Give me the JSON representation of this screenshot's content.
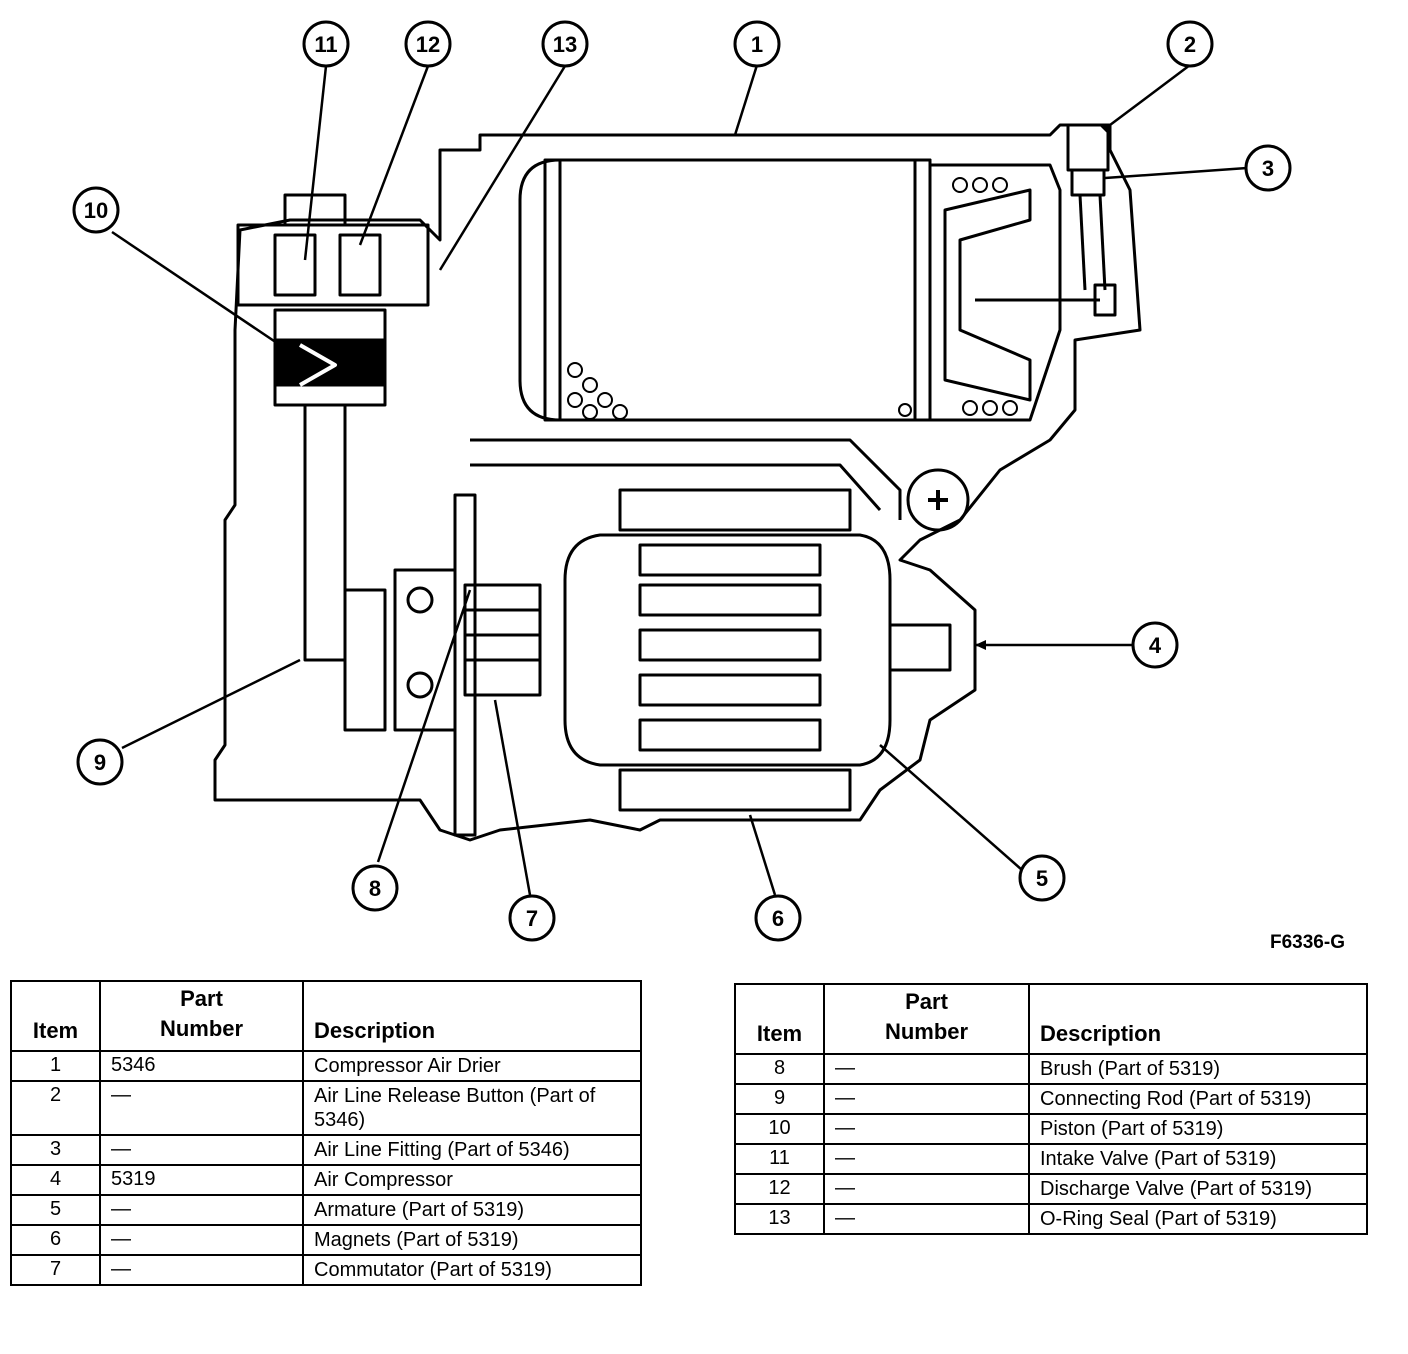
{
  "figure_code": "F6336-G",
  "callouts": [
    "1",
    "2",
    "3",
    "4",
    "5",
    "6",
    "7",
    "8",
    "9",
    "10",
    "11",
    "12",
    "13"
  ],
  "table_headers": {
    "item": "Item",
    "part_line1": "Part",
    "part_line2": "Number",
    "description": "Description"
  },
  "table_left": [
    {
      "item": "1",
      "part": "5346",
      "description": "Compressor Air Drier"
    },
    {
      "item": "2",
      "part": "—",
      "description": "Air Line Release Button (Part of 5346)"
    },
    {
      "item": "3",
      "part": "—",
      "description": "Air Line Fitting (Part of 5346)"
    },
    {
      "item": "4",
      "part": "5319",
      "description": "Air Compressor"
    },
    {
      "item": "5",
      "part": "—",
      "description": "Armature (Part of 5319)"
    },
    {
      "item": "6",
      "part": "—",
      "description": "Magnets (Part of 5319)"
    },
    {
      "item": "7",
      "part": "—",
      "description": "Commutator (Part of 5319)"
    }
  ],
  "table_right": [
    {
      "item": "8",
      "part": "—",
      "description": "Brush (Part of 5319)"
    },
    {
      "item": "9",
      "part": "—",
      "description": "Connecting Rod (Part of 5319)"
    },
    {
      "item": "10",
      "part": "—",
      "description": "Piston (Part of 5319)"
    },
    {
      "item": "11",
      "part": "—",
      "description": "Intake Valve (Part of 5319)"
    },
    {
      "item": "12",
      "part": "—",
      "description": "Discharge Valve (Part of 5319)"
    },
    {
      "item": "13",
      "part": "—",
      "description": "O-Ring Seal (Part of 5319)"
    }
  ]
}
